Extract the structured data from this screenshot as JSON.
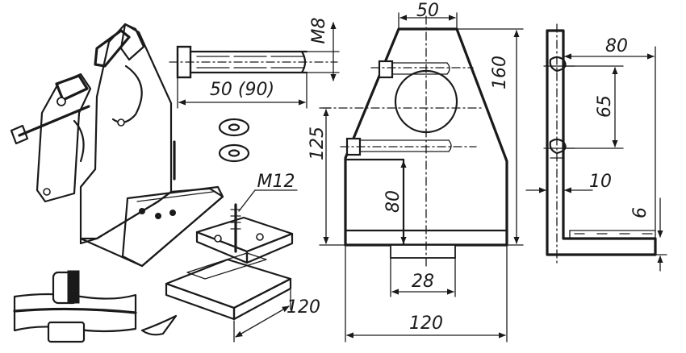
{
  "dimensions": {
    "rod_thread": "М8",
    "rod_length": "50 (90)",
    "top_width": "50",
    "total_height": "160",
    "lower_height": "125",
    "slot_height": "80",
    "slot_width": "28",
    "base_width": "120",
    "side_width": "80",
    "hole_spacing": "65",
    "offset": "10",
    "thickness": "6",
    "bolt_thread": "М12",
    "plate_length": "120"
  },
  "colors": {
    "ink": "#1a1a1a",
    "paper": "#ffffff"
  }
}
